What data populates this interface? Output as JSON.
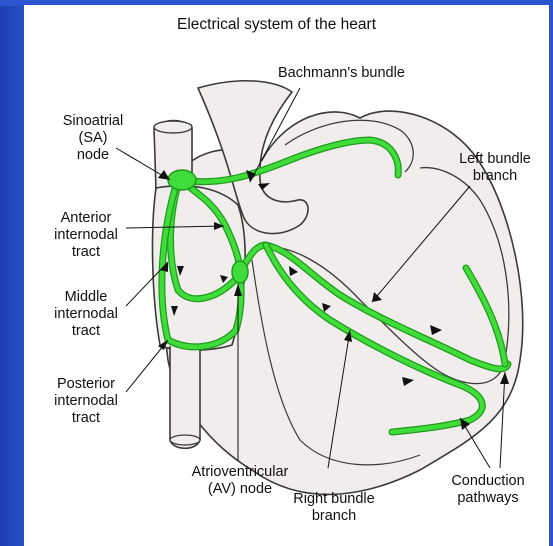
{
  "title": "Electrical system of the heart",
  "labels": {
    "bachmann": "Bachmann's bundle",
    "sa_node": [
      "Sinoatrial",
      "(SA)",
      "node"
    ],
    "anterior": [
      "Anterior",
      "internodal",
      "tract"
    ],
    "middle": [
      "Middle",
      "internodal",
      "tract"
    ],
    "posterior": [
      "Posterior",
      "internodal",
      "tract"
    ],
    "av_node": [
      "Atrioventricular",
      "(AV) node"
    ],
    "right_bundle": [
      "Right bundle",
      "branch"
    ],
    "left_bundle": [
      "Left bundle",
      "branch"
    ],
    "conduction": [
      "Conduction",
      "pathways"
    ]
  },
  "colors": {
    "background": "#2b57d2",
    "panel": "#ffffff",
    "heart_fill": "#f1eded",
    "outline": "#3a3a3a",
    "pathway": "#3fdc3a",
    "pathway_dark": "#1f9a1c"
  }
}
